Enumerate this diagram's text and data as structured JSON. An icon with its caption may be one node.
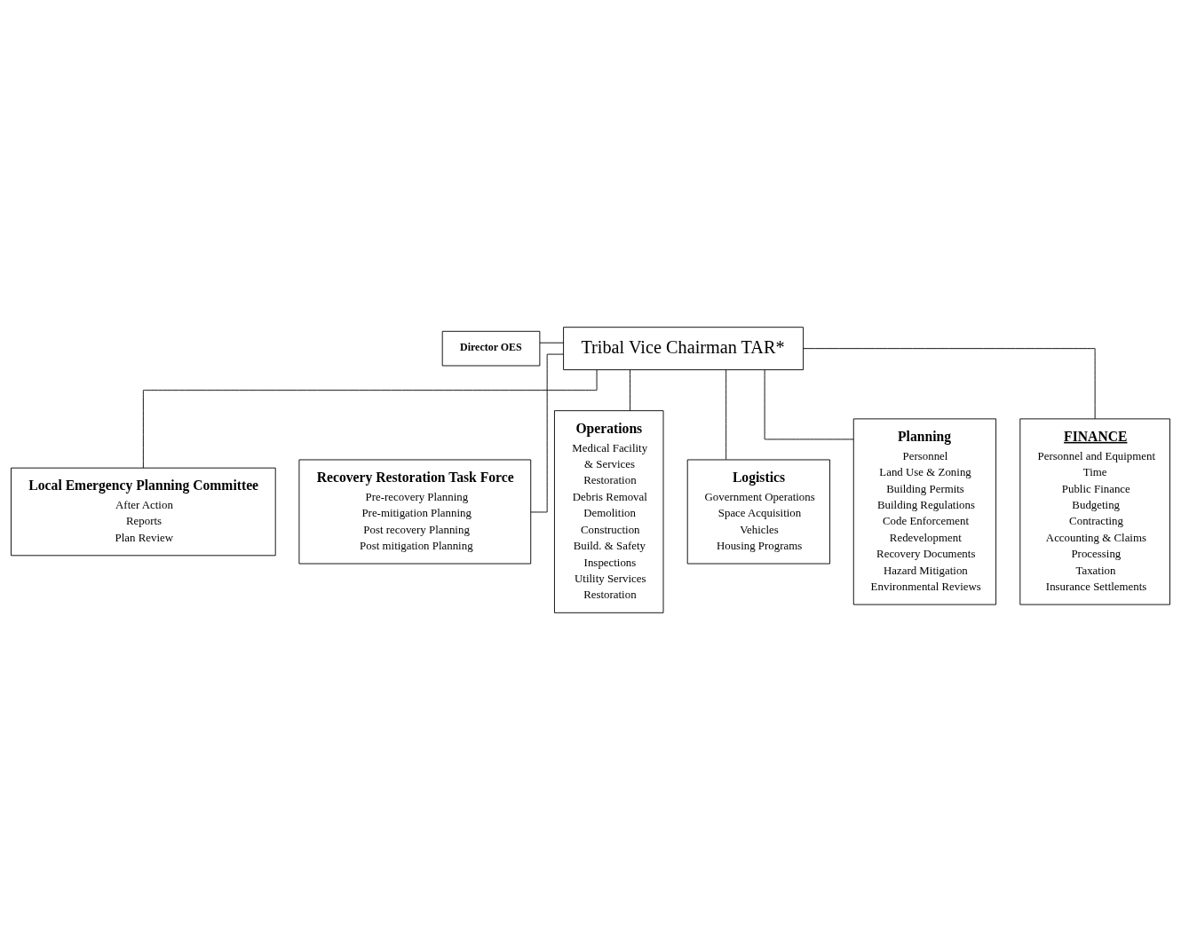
{
  "diagram": {
    "nodes": [
      {
        "text": [
          "Director OES"
        ]
      },
      {
        "text": [
          "Tribal Vice Chairman TAR*"
        ]
      },
      {
        "text": [
          "Local Emergency Planning Committee",
          "After Action",
          "Reports",
          "Plan Review"
        ]
      },
      {
        "text": [
          "Recovery Restoration Task Force",
          "Pre-recovery Planning",
          "Pre-mitigation Planning",
          "Post recovery Planning",
          "Post mitigation Planning"
        ]
      },
      {
        "text": [
          "Operations",
          "Medical Facility",
          "& Services",
          "Restoration",
          "Debris Removal",
          "Demolition",
          "Construction",
          "Build. & Safety",
          "Inspections",
          "Utility Services",
          "Restoration"
        ]
      },
      {
        "text": [
          "Logistics",
          "Government Operations",
          "Space Acquisition",
          "Vehicles",
          "Housing Programs"
        ]
      },
      {
        "text": [
          "Planning",
          "Personnel",
          "Land Use & Zoning",
          "Building Permits",
          "Building Regulations",
          "Code Enforcement",
          "Redevelopment",
          "Recovery Documents",
          "Hazard Mitigation",
          "Environmental Reviews"
        ]
      },
      {
        "text": [
          "FINANCE",
          "Personnel and Equipment",
          "Time",
          "Public Finance",
          "Budgeting",
          "Contracting",
          "Accounting & Claims",
          "Processing",
          "Taxation",
          "Insurance Settlements"
        ]
      }
    ],
    "edges": [
      {
        "from": 0,
        "to": 1,
        "arrow": "none"
      },
      {
        "from": 1,
        "to": 2,
        "arrow": "none"
      },
      {
        "from": 1,
        "to": 3,
        "arrow": "none"
      },
      {
        "from": 1,
        "to": 4,
        "arrow": "none"
      },
      {
        "from": 1,
        "to": 5,
        "arrow": "none"
      },
      {
        "from": 1,
        "to": 6,
        "arrow": "none"
      },
      {
        "from": 1,
        "to": 7,
        "arrow": "none"
      }
    ]
  }
}
